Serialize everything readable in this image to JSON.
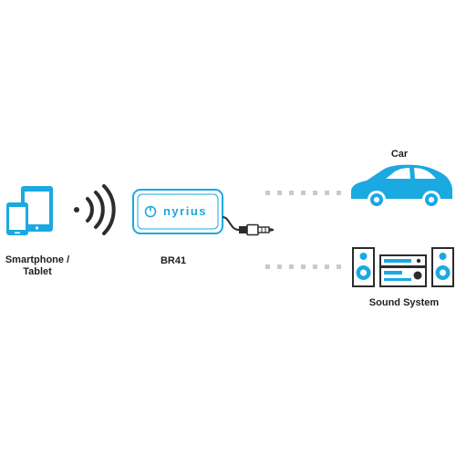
{
  "diagram": {
    "source": {
      "label_line1": "Smartphone /",
      "label_line2": "Tablet",
      "icon": "smartphone-tablet-icon"
    },
    "signal": {
      "icon": "wireless-signal-icon"
    },
    "device": {
      "label": "BR41",
      "brand_text": "nyrius",
      "icon": "bluetooth-receiver-icon"
    },
    "outputs": [
      {
        "label": "Car",
        "icon": "car-icon"
      },
      {
        "label": "Sound System",
        "icon": "sound-system-icon"
      }
    ]
  },
  "colors": {
    "accent": "#1aa9e0",
    "label": "#1f1f1f",
    "dots": "#c9c9c9",
    "cable": "#2c2c2c"
  }
}
